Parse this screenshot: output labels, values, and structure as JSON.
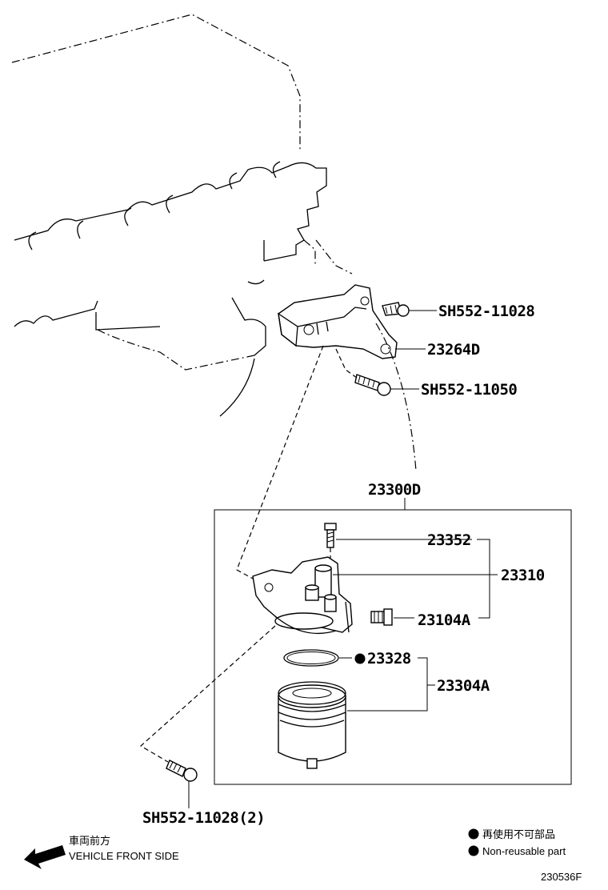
{
  "parts": {
    "bolt_top": "SH552-11028",
    "bracket": "23264D",
    "bolt_mid": "SH552-11050",
    "assembly": "23300D",
    "bolt_small": "23352",
    "body": "23310",
    "plug": "23104A",
    "oring": "23328",
    "filter": "23304A",
    "bolt_bottom": "SH552-11028(2)"
  },
  "legend": {
    "direction_jp": "車両前方",
    "direction_en": "VEHICLE FRONT SIDE",
    "nonreuse_jp": "再使用不可部品",
    "nonreuse_en": "Non-reusable part"
  },
  "figure_id": "230536F",
  "icons": {
    "direction": "left-arrow-icon",
    "nonreuse": "filled-circle-icon"
  }
}
